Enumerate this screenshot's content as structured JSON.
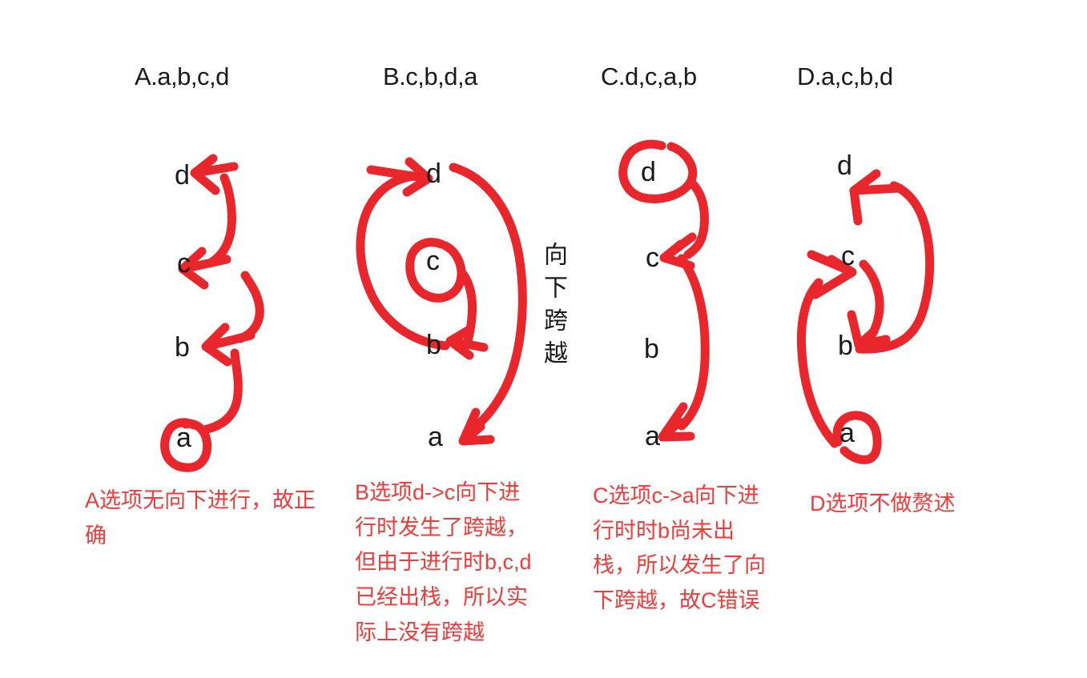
{
  "page": {
    "background_color": "#ffffff",
    "ink_color": "#e8262b",
    "note_color": "#f23a38",
    "label_color": "#1a1a1a"
  },
  "columns": [
    {
      "id": "a",
      "header": "A.a,b,c,d",
      "nodes": [
        "d",
        "c",
        "b",
        "a"
      ],
      "circled_node": "a",
      "note": "A选项无向下进行，故正\n确"
    },
    {
      "id": "b",
      "header": "B.c,b,d,a",
      "nodes": [
        "d",
        "c",
        "b",
        "a"
      ],
      "circled_node": "c",
      "side_note": "向下跨越",
      "note": "B选项d->c向下进\n行时发生了跨越，\n但由于进行时b,c,d\n已经出栈，所以实\n际上没有跨越"
    },
    {
      "id": "c",
      "header": "C.d,c,a,b",
      "nodes": [
        "d",
        "c",
        "b",
        "a"
      ],
      "circled_node": "d",
      "note": "C选项c->a向下进\n行时时b尚未出\n栈，所以发生了向\n下跨越，故C错误"
    },
    {
      "id": "d",
      "header": "D.a,c,b,d",
      "nodes": [
        "d",
        "c",
        "b",
        "a"
      ],
      "circled_node": "a",
      "note": "D选项不做赘述"
    }
  ]
}
